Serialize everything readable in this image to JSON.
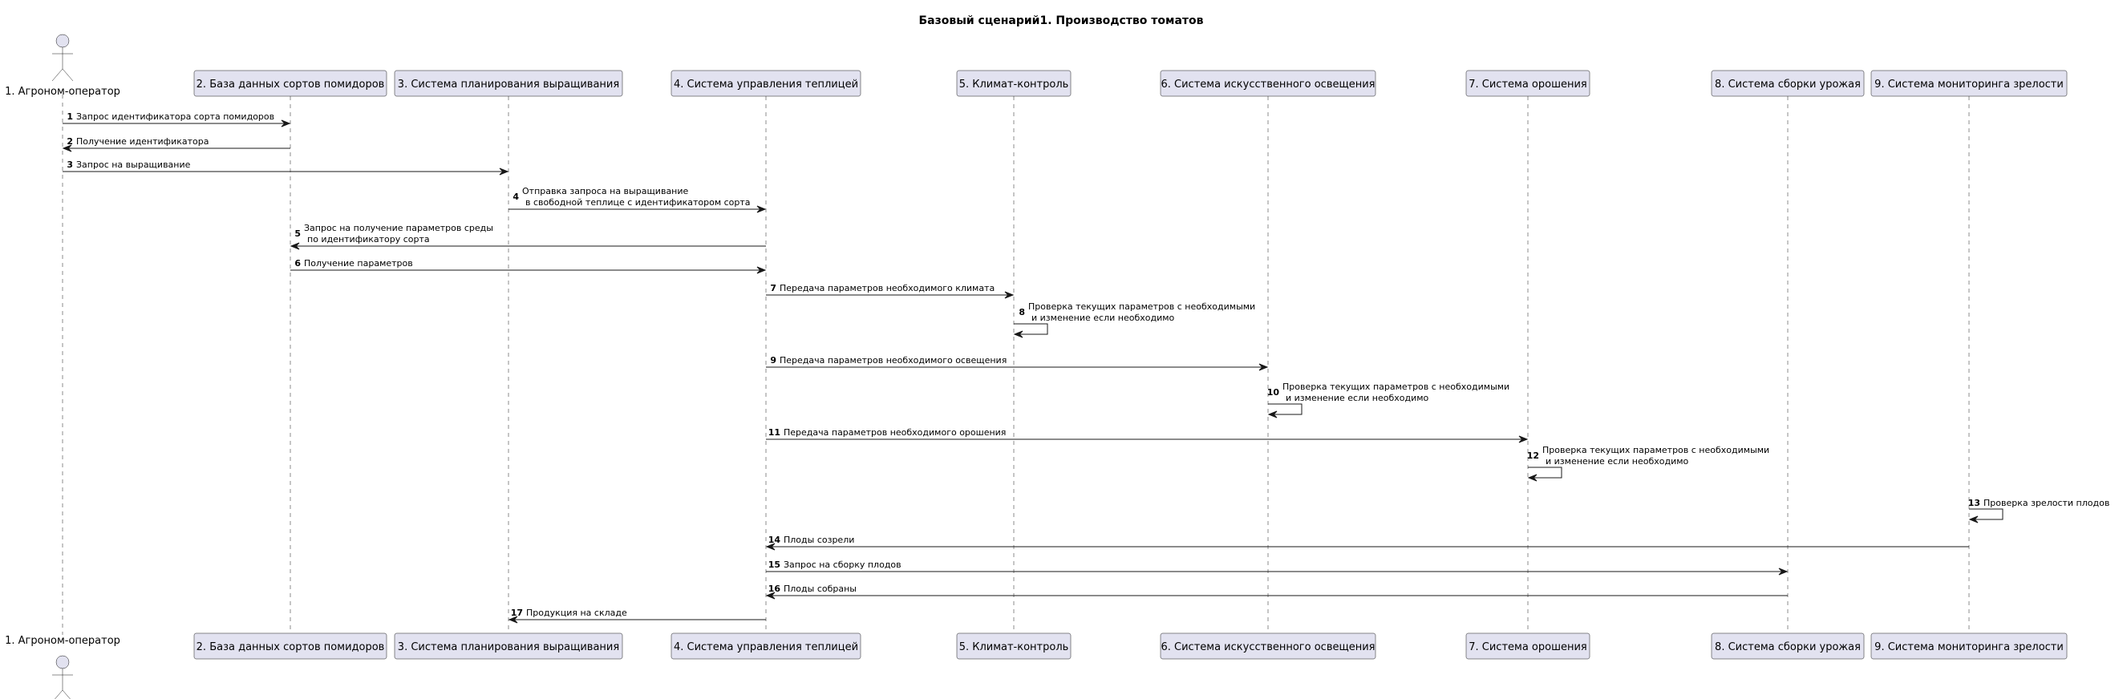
{
  "title": "Базовый сценарий1. Производство томатов",
  "participants": [
    {
      "id": "p1",
      "label": "1. Агроном-оператор",
      "kind": "actor"
    },
    {
      "id": "p2",
      "label": "2. База данных сортов помидоров",
      "kind": "participant"
    },
    {
      "id": "p3",
      "label": "3. Система планирования выращивания",
      "kind": "participant"
    },
    {
      "id": "p4",
      "label": "4. Система управления теплицей",
      "kind": "participant"
    },
    {
      "id": "p5",
      "label": "5. Климат-контроль",
      "kind": "participant"
    },
    {
      "id": "p6",
      "label": "6. Система искусственного освещения",
      "kind": "participant"
    },
    {
      "id": "p7",
      "label": "7. Система орошения",
      "kind": "participant"
    },
    {
      "id": "p8",
      "label": "8. Система сборки урожая",
      "kind": "participant"
    },
    {
      "id": "p9",
      "label": "9. Система мониторинга зрелости",
      "kind": "participant"
    }
  ],
  "messages": [
    {
      "num": "1",
      "from": "p1",
      "to": "p2",
      "lines": [
        "Запрос идентификатора сорта помидоров"
      ]
    },
    {
      "num": "2",
      "from": "p2",
      "to": "p1",
      "lines": [
        "Получение идентификатора"
      ]
    },
    {
      "num": "3",
      "from": "p1",
      "to": "p3",
      "lines": [
        "Запрос на выращивание"
      ]
    },
    {
      "num": "4",
      "from": "p3",
      "to": "p4",
      "lines": [
        "Отправка запроса на выращивание",
        "в свободной теплице с идентификатором сорта"
      ]
    },
    {
      "num": "5",
      "from": "p4",
      "to": "p2",
      "lines": [
        "Запрос на получение параметров среды",
        "по идентификатору сорта"
      ]
    },
    {
      "num": "6",
      "from": "p2",
      "to": "p4",
      "lines": [
        "Получение параметров"
      ]
    },
    {
      "num": "7",
      "from": "p4",
      "to": "p5",
      "lines": [
        "Передача параметров необходимого климата"
      ]
    },
    {
      "num": "8",
      "from": "p5",
      "to": "p5",
      "lines": [
        "Проверка текущих параметров с необходимыми",
        "и изменение если необходимо"
      ]
    },
    {
      "num": "9",
      "from": "p4",
      "to": "p6",
      "lines": [
        "Передача параметров необходимого освещения"
      ]
    },
    {
      "num": "10",
      "from": "p6",
      "to": "p6",
      "lines": [
        "Проверка текущих параметров с необходимыми",
        "и изменение если необходимо"
      ]
    },
    {
      "num": "11",
      "from": "p4",
      "to": "p7",
      "lines": [
        "Передача параметров необходимого орошения"
      ]
    },
    {
      "num": "12",
      "from": "p7",
      "to": "p7",
      "lines": [
        "Проверка текущих параметров с необходимыми",
        "и изменение если необходимо"
      ]
    },
    {
      "num": "13",
      "from": "p9",
      "to": "p9",
      "lines": [
        "Проверка зрелости плодов"
      ]
    },
    {
      "num": "14",
      "from": "p9",
      "to": "p4",
      "lines": [
        "Плоды созрели"
      ]
    },
    {
      "num": "15",
      "from": "p4",
      "to": "p8",
      "lines": [
        "Запрос на сборку плодов"
      ]
    },
    {
      "num": "16",
      "from": "p8",
      "to": "p4",
      "lines": [
        "Плоды собраны"
      ]
    },
    {
      "num": "17",
      "from": "p4",
      "to": "p3",
      "lines": [
        "Продукция на складе"
      ]
    }
  ]
}
